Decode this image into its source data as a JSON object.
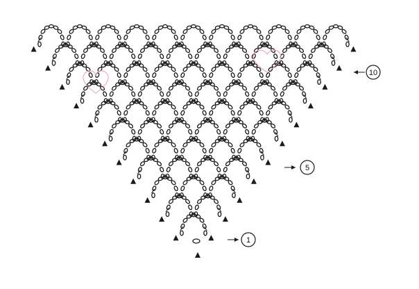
{
  "diagram": {
    "row_markers": [
      {
        "label": "1",
        "row": 1
      },
      {
        "label": "5",
        "row": 5
      },
      {
        "label": "10",
        "row": 10
      }
    ],
    "rows": 11,
    "colors": {
      "ink": "#1a1a1a",
      "heart": "#e9a0ad",
      "background": "#ffffff"
    },
    "icons": {
      "marker": "triangle-marker-icon",
      "stitch": "single-crochet-cross-icon",
      "loop": "chain-arch-icon",
      "heart": "heart-outline-icon"
    }
  }
}
